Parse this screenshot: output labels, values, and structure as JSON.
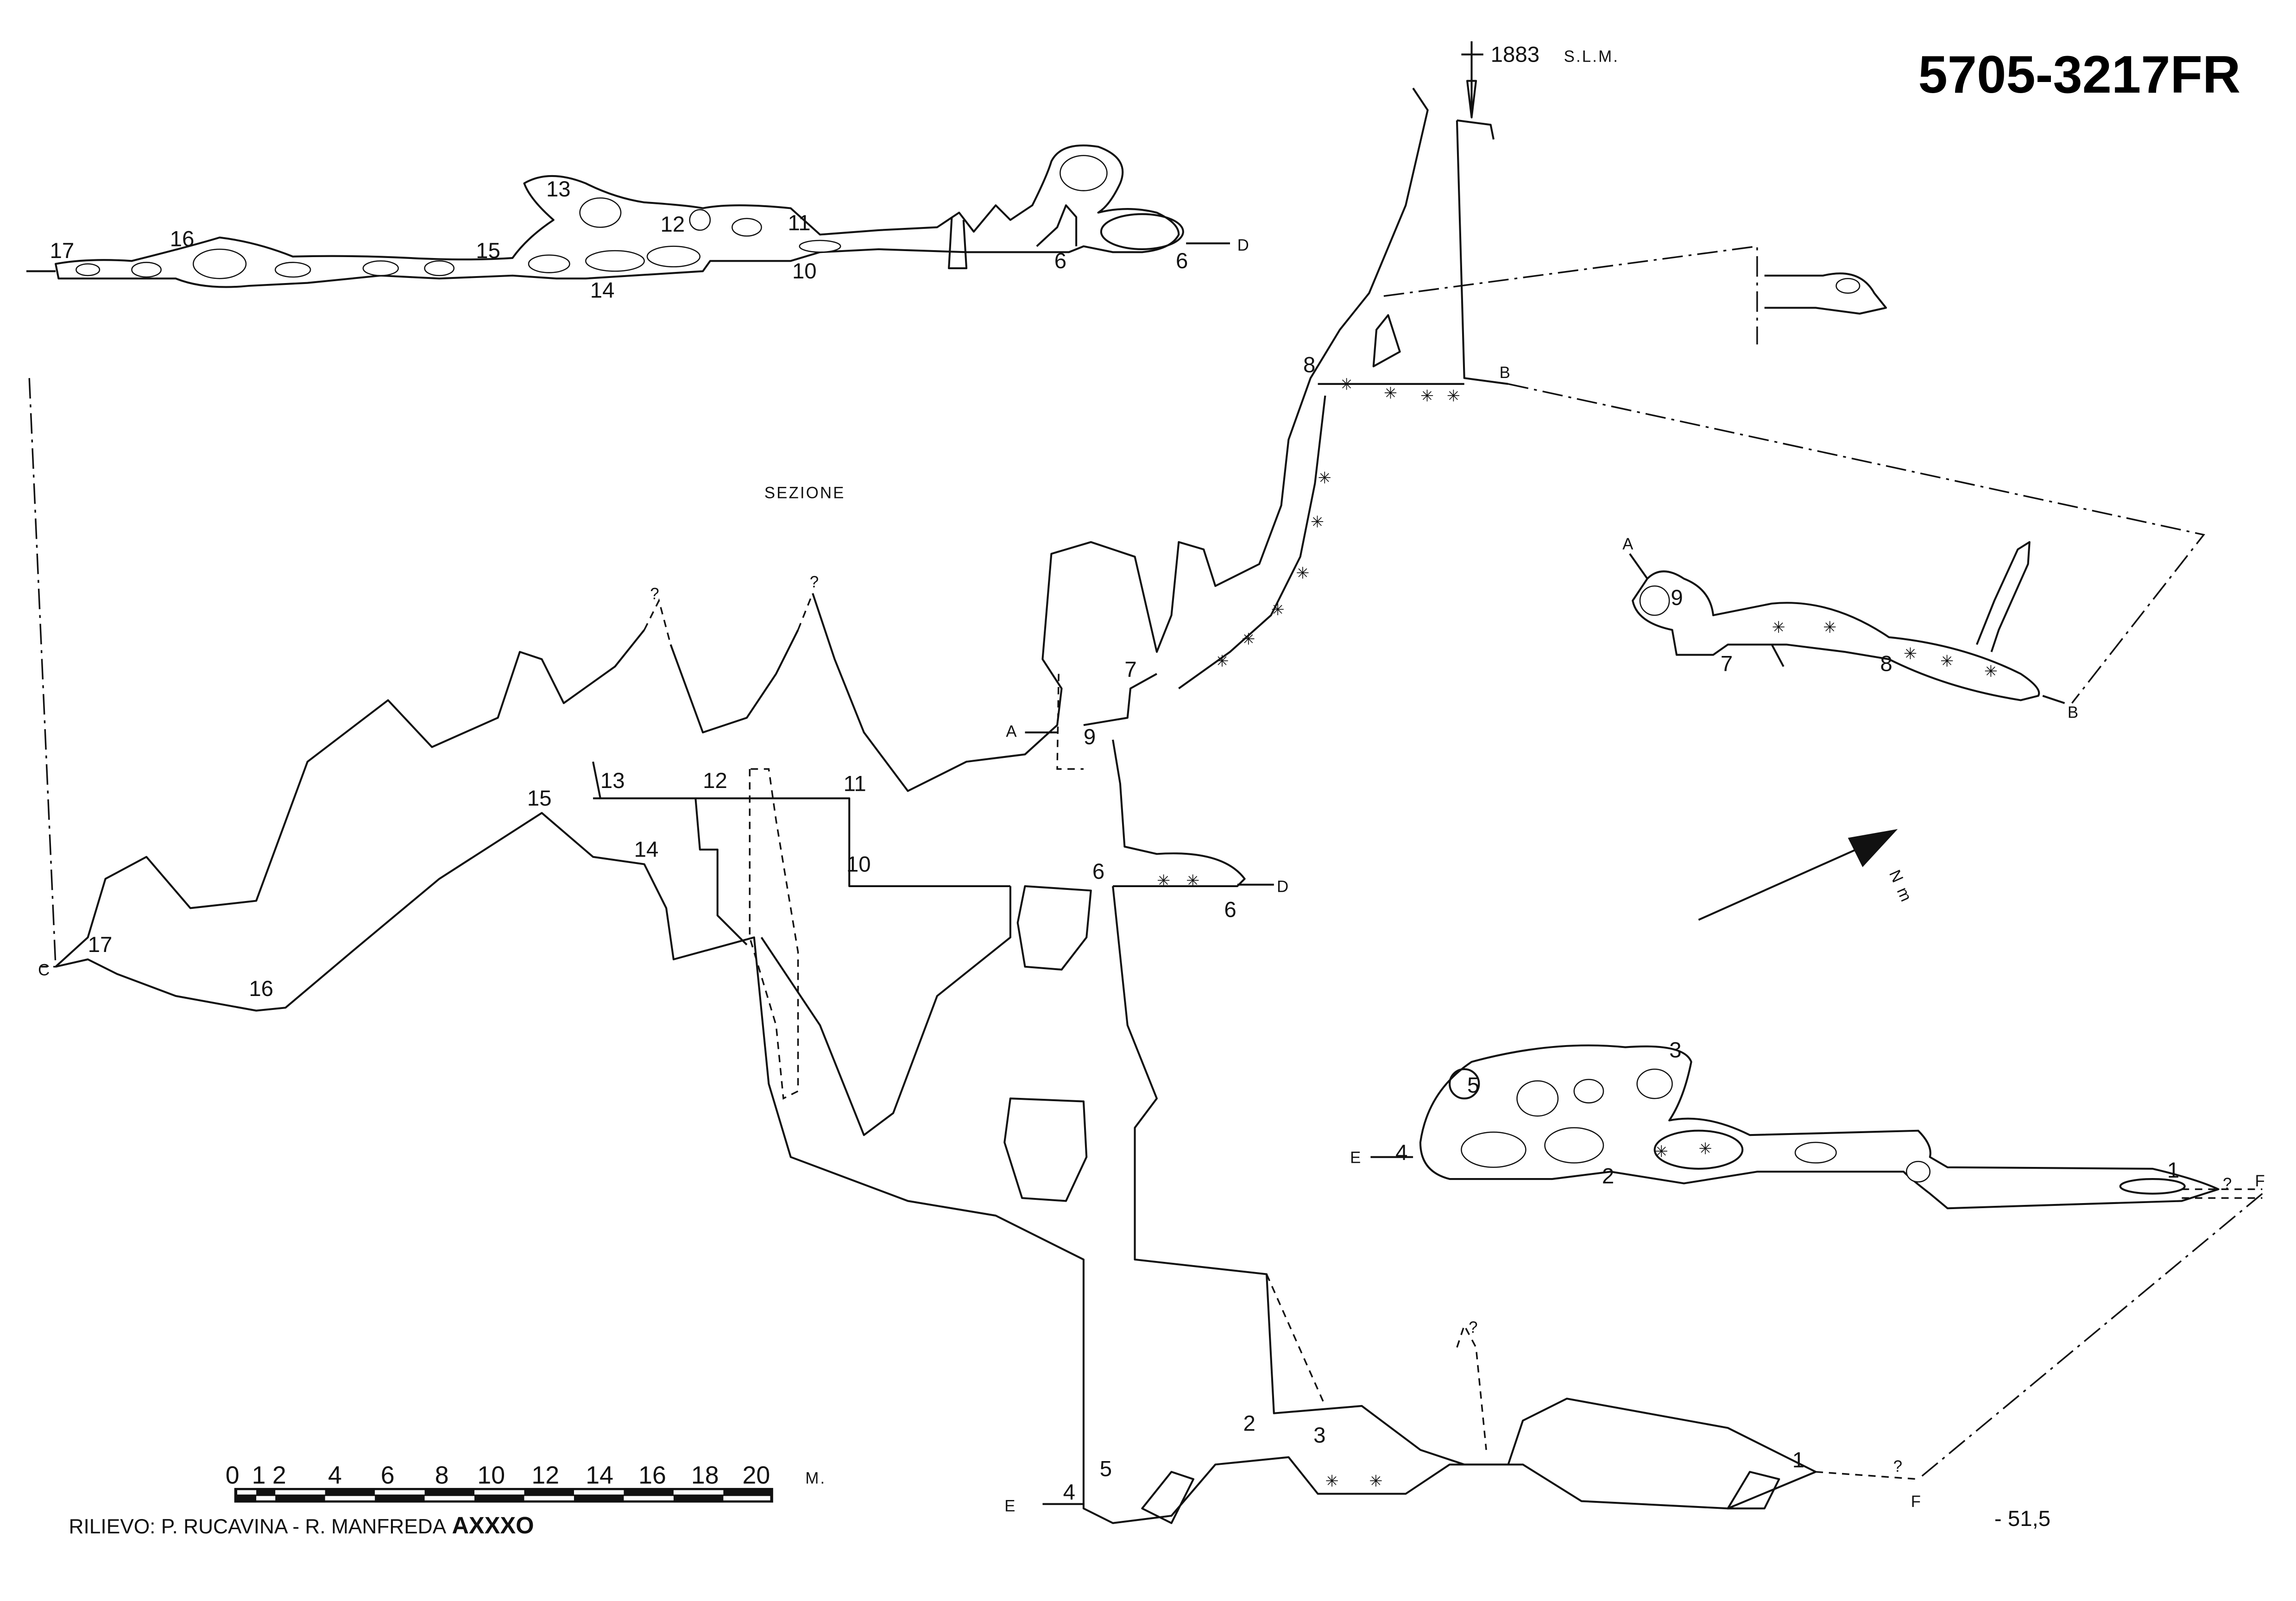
{
  "title": "5705-3217FR",
  "elevation": {
    "value": "1883",
    "unit": "S.L.M."
  },
  "section_label": "SEZIONE",
  "depth_label": "- 51,5",
  "scale_bar": {
    "ticks": [
      "0",
      "1",
      "2",
      "4",
      "6",
      "8",
      "10",
      "12",
      "14",
      "16",
      "18",
      "20"
    ],
    "unit": "M."
  },
  "credits": {
    "text": "RILIEVO: P. RUCAVINA - R. MANFREDA",
    "signature": "AXXXO"
  },
  "plan_top": {
    "labels": [
      "17",
      "16",
      "15",
      "14",
      "13",
      "12",
      "11",
      "10",
      "6",
      "6",
      "D"
    ]
  },
  "plan_right": {
    "labels": [
      "A",
      "9",
      "7",
      "8",
      "B"
    ]
  },
  "plan_bottom": {
    "labels": [
      "E",
      "4",
      "5",
      "3",
      "2",
      "1",
      "?",
      "F"
    ]
  },
  "section": {
    "labels": [
      "C",
      "17",
      "16",
      "15",
      "14",
      "13",
      "12",
      "11",
      "10",
      "9",
      "A",
      "7",
      "8",
      "B",
      "6",
      "6",
      "D",
      "?",
      "?",
      "E",
      "4",
      "5",
      "2",
      "3",
      "?",
      "1",
      "?",
      "F"
    ],
    "question_marks_note": "?"
  },
  "north_label": "N m"
}
